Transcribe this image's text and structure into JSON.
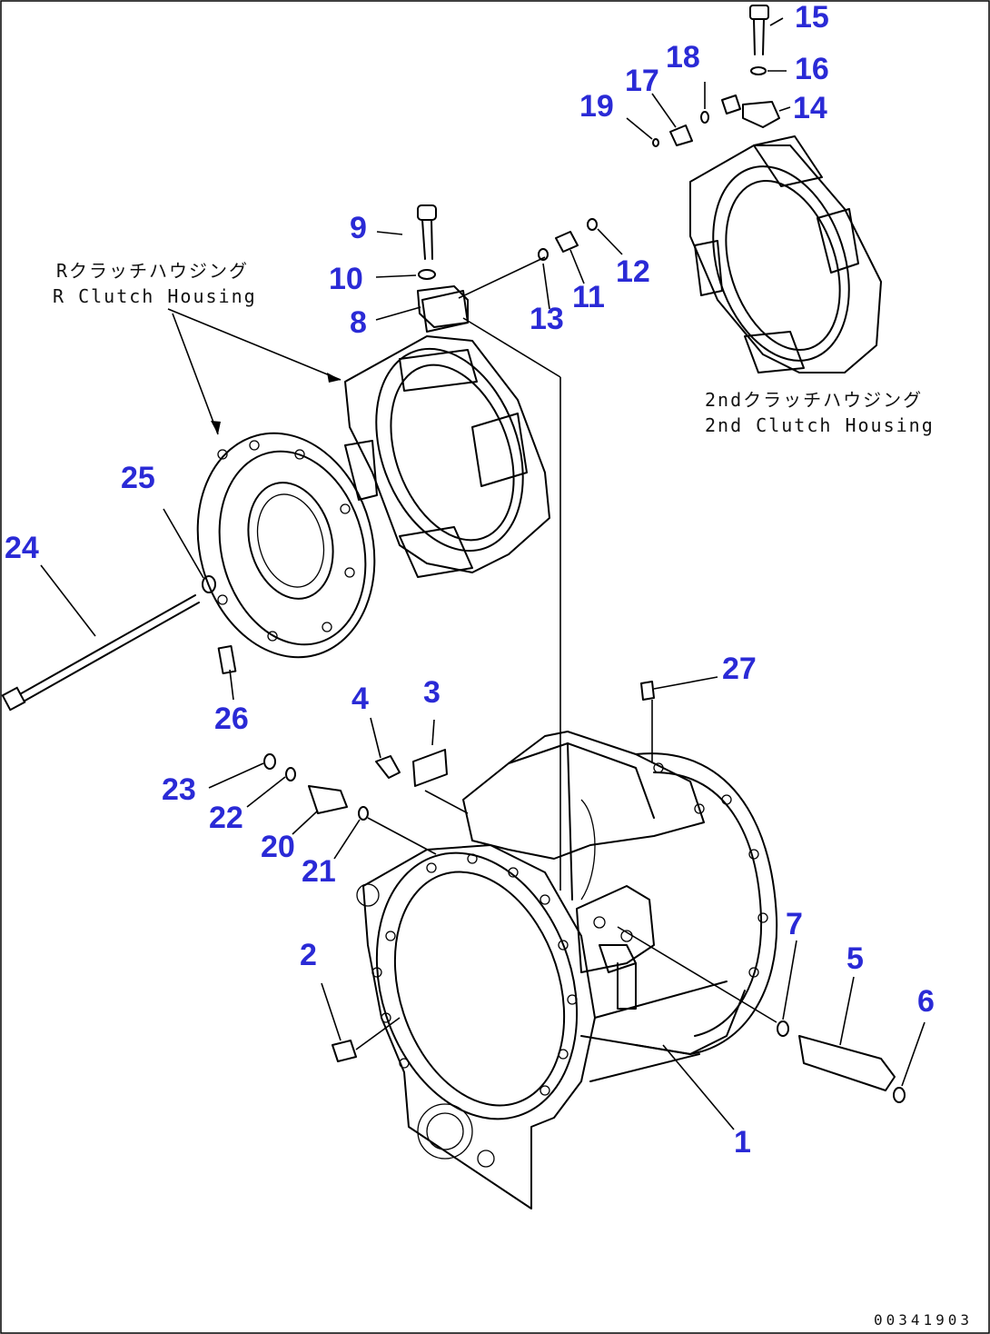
{
  "labels": {
    "r_housing_jp": "Rクラッチハウジング",
    "r_housing_en": "R Clutch Housing",
    "second_housing_jp": "2ndクラッチハウジング",
    "second_housing_en": "2nd Clutch Housing",
    "drawing_number": "00341903"
  },
  "callouts": {
    "n1": "1",
    "n2": "2",
    "n3": "3",
    "n4": "4",
    "n5": "5",
    "n6": "6",
    "n7": "7",
    "n8": "8",
    "n9": "9",
    "n10": "10",
    "n11": "11",
    "n12": "12",
    "n13": "13",
    "n14": "14",
    "n15": "15",
    "n16": "16",
    "n17": "17",
    "n18": "18",
    "n19": "19",
    "n20": "20",
    "n21": "21",
    "n22": "22",
    "n23": "23",
    "n24": "24",
    "n25": "25",
    "n26": "26",
    "n27": "27"
  },
  "colors": {
    "callout": "#2a2ad6",
    "linework": "#000000",
    "background": "#ffffff"
  }
}
